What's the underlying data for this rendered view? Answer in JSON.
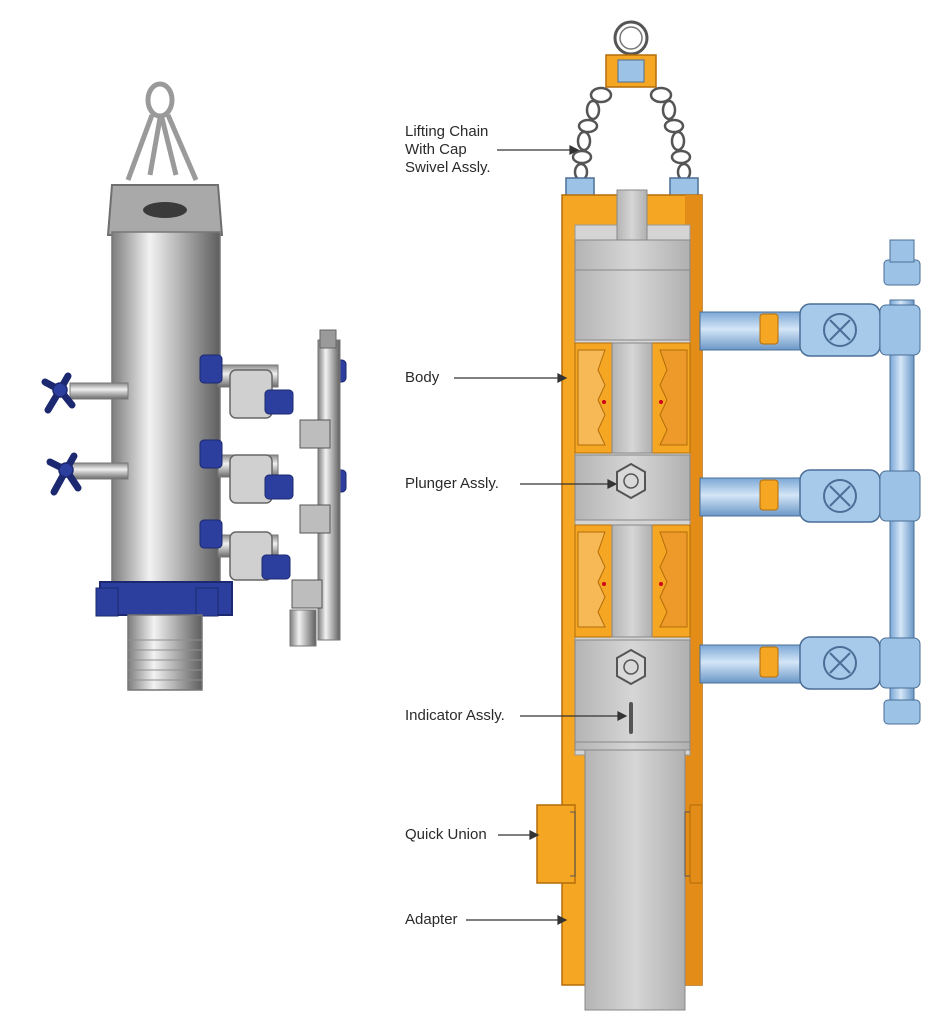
{
  "labels": {
    "lifting_chain": [
      "Lifting Chain",
      "With Cap",
      "Swivel Assly."
    ],
    "body": "Body",
    "plunger": "Plunger Assly.",
    "indicator": "Indicator Assly.",
    "quick_union": "Quick Union",
    "adapter": "Adapter"
  },
  "colors": {
    "body_orange": "#f5a623",
    "body_orange_dark": "#d9831a",
    "steel_grey": "#c8c8c8",
    "pipe_blue": "#9cc3e6",
    "union_blue": "#2d3f9e"
  }
}
